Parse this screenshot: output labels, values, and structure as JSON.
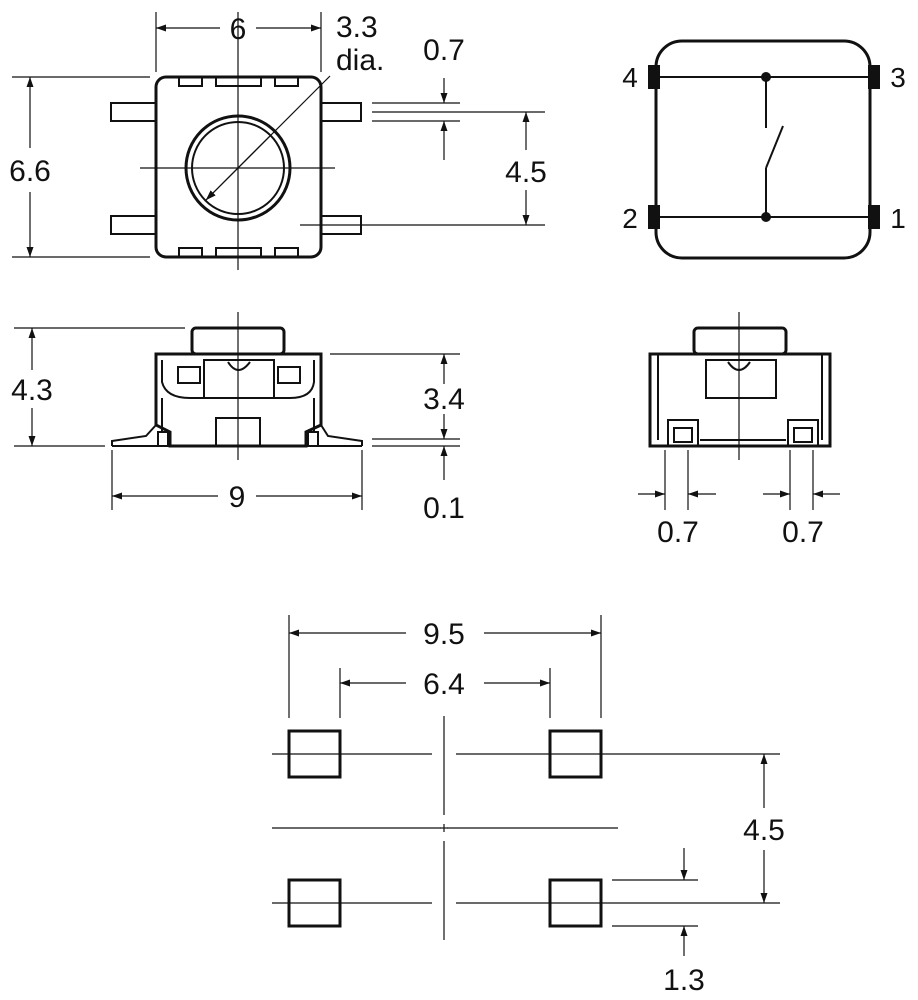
{
  "top_view": {
    "width_dim": "6",
    "button_dim_line1": "3.3",
    "button_dim_line2": "dia.",
    "height_dim": "6.6",
    "pin_width_dim": "0.7",
    "pin_spacing_dim": "4.5"
  },
  "schematic": {
    "pins": [
      "4",
      "3",
      "2",
      "1"
    ]
  },
  "side_view": {
    "total_height_dim": "4.3",
    "body_height_dim": "3.4",
    "lead_thickness_dim": "0.1",
    "length_dim": "9"
  },
  "end_view": {
    "left_lead_dim": "0.7",
    "right_lead_dim": "0.7"
  },
  "footprint": {
    "outer_span_dim": "9.5",
    "inner_span_dim": "6.4",
    "pad_pitch_dim": "4.5",
    "pad_height_dim": "1.3"
  }
}
